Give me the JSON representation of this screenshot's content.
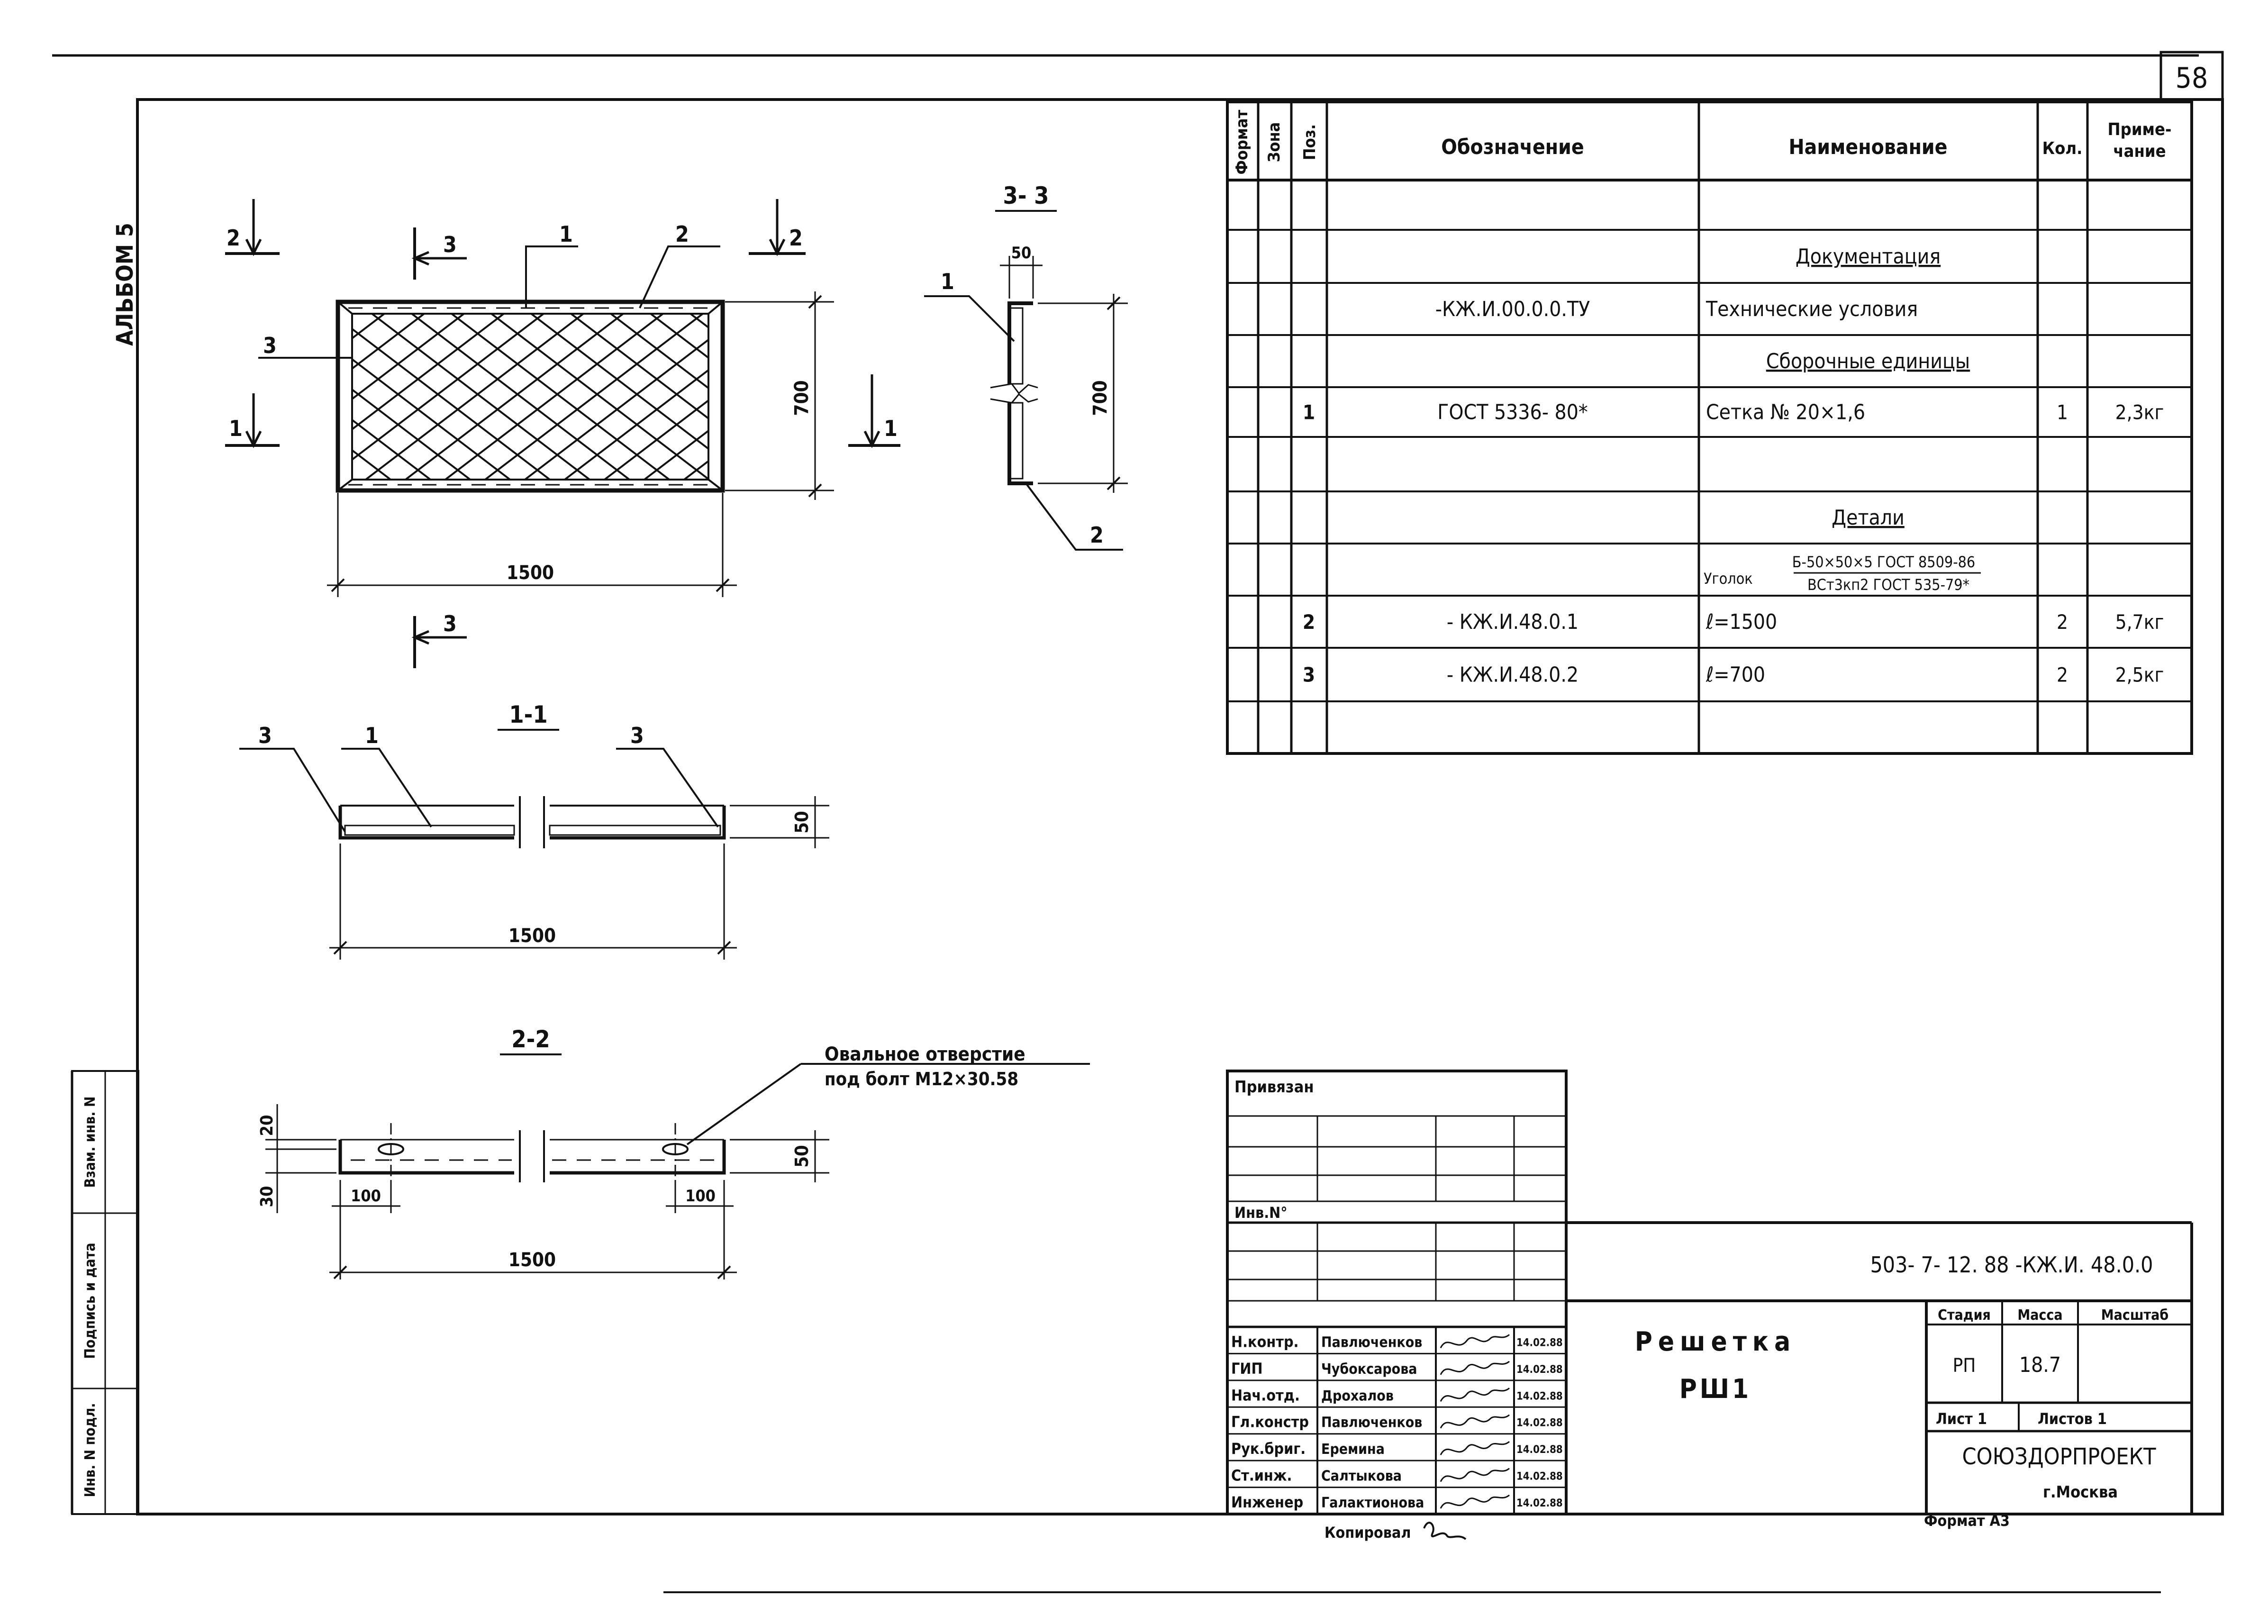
{
  "sheet_number": "58",
  "album_label": "АЛЬБОМ 5",
  "side_stamp": [
    "Взам. инв. N",
    "Подпись и дата",
    "Инв. N подл."
  ],
  "drawing": {
    "plan": {
      "dim_width": "1500",
      "dim_height": "700",
      "marks": [
        "1",
        "2",
        "3"
      ],
      "section_marks": [
        "2",
        "2",
        "3",
        "3",
        "1",
        "1"
      ]
    },
    "section_33": {
      "title": "3- 3",
      "dim_top": "50",
      "dim_height": "700",
      "marks": [
        "1",
        "2"
      ]
    },
    "section_11": {
      "title": "1-1",
      "dim_width": "1500",
      "dim_height": "50",
      "marks": [
        "3",
        "1",
        "3"
      ]
    },
    "section_22": {
      "title": "2-2",
      "dim_width": "1500",
      "dim_left_offset": "100",
      "dim_right_offset": "100",
      "dim_top": "20",
      "dim_bottom": "30",
      "dim_height": "50"
    },
    "note_line1": "Овальное отверстие",
    "note_line2": "под болт М12×30.58"
  },
  "spec": {
    "headers": {
      "format": "Формат",
      "zone": "Зона",
      "pos": "Поз.",
      "designation": "Обозначение",
      "name": "Наименование",
      "qty": "Кол.",
      "note": "Приме-\nчание"
    },
    "rows": [
      {
        "pos": "",
        "designation": "",
        "name": "",
        "qty": "",
        "note": ""
      },
      {
        "pos": "",
        "designation": "",
        "name": "Документация",
        "qty": "",
        "note": "",
        "section": true
      },
      {
        "pos": "",
        "designation": "-КЖ.И.00.0.0.ТУ",
        "name": "Технические условия",
        "qty": "",
        "note": ""
      },
      {
        "pos": "",
        "designation": "",
        "name": "Сборочные единицы",
        "qty": "",
        "note": "",
        "section": true
      },
      {
        "pos": "1",
        "designation": "ГОСТ 5336- 80*",
        "name": "Сетка № 20×1,6",
        "qty": "1",
        "note": "2,3кг"
      },
      {
        "pos": "",
        "designation": "",
        "name": "",
        "qty": "",
        "note": ""
      },
      {
        "pos": "",
        "designation": "",
        "name": "Детали",
        "qty": "",
        "note": "",
        "section": true
      },
      {
        "pos": "",
        "designation": "",
        "name": "Уголок",
        "name_top": "Б-50×50×5 ГОСТ 8509-86",
        "name_bottom": "ВСт3кп2 ГОСТ 535-79*",
        "qty": "",
        "note": ""
      },
      {
        "pos": "2",
        "designation": "- КЖ.И.48.0.1",
        "name": "ℓ=1500",
        "qty": "2",
        "note": "5,7кг"
      },
      {
        "pos": "3",
        "designation": "- КЖ.И.48.0.2",
        "name": "ℓ=700",
        "qty": "2",
        "note": "2,5кг"
      }
    ]
  },
  "title_block": {
    "tied_label": "Привязан",
    "inv_label": "Инв.N°",
    "code": "503- 7- 12. 88 -КЖ.И. 48.0.0",
    "title_line1": "Решетка",
    "title_line2": "РШ1",
    "stage_label": "Стадия",
    "mass_label": "Масса",
    "scale_label": "Масштаб",
    "stage_value": "РП",
    "mass_value": "18.7",
    "sheet_label": "Лист 1",
    "sheets_label": "Листов 1",
    "org": "СОЮЗДОРПРОЕКТ",
    "city": "г.Москва",
    "signatures": [
      {
        "role": "Н.контр.",
        "name": "Павлюченков",
        "date": "14.02.88"
      },
      {
        "role": "ГИП",
        "name": "Чубоксарова",
        "date": "14.02.88"
      },
      {
        "role": "Нач.отд.",
        "name": "Дрохалов",
        "date": "14.02.88"
      },
      {
        "role": "Гл.констр",
        "name": "Павлюченков",
        "date": "14.02.88"
      },
      {
        "role": "Рук.бриг.",
        "name": "Еремина",
        "date": "14.02.88"
      },
      {
        "role": "Ст.инж.",
        "name": "Салтыкова",
        "date": "14.02.88"
      },
      {
        "role": "Инженер",
        "name": "Галактионова",
        "date": "14.02.88"
      }
    ],
    "copied_label": "Копировал",
    "format_label": "Формат А3"
  }
}
